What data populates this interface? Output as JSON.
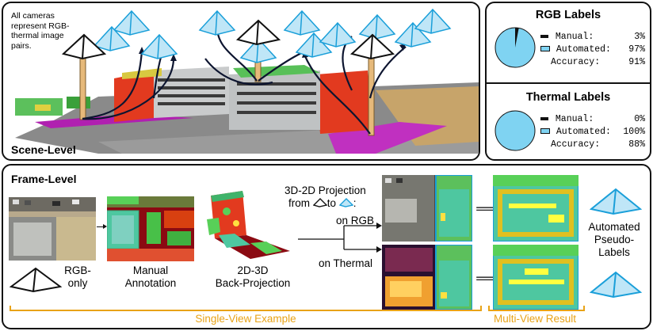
{
  "scene": {
    "caption": "All cameras represent RGB-thermal image pairs.",
    "level_label": "Scene-Level"
  },
  "rgb_labels": {
    "title": "RGB Labels",
    "rows": [
      {
        "label": "Manual:",
        "value": "3%"
      },
      {
        "label": "Automated:",
        "value": "97%"
      },
      {
        "label": "Accuracy:",
        "value": "91%"
      }
    ],
    "manual_fraction": 0.03
  },
  "thermal_labels": {
    "title": "Thermal Labels",
    "rows": [
      {
        "label": "Manual:",
        "value": "0%"
      },
      {
        "label": "Automated:",
        "value": "100%"
      },
      {
        "label": "Accuracy:",
        "value": "88%"
      }
    ],
    "manual_fraction": 0.0
  },
  "frame": {
    "level_label": "Frame-Level",
    "rgb_only_label": "RGB-\nonly",
    "manual_annotation_label": "Manual\nAnnotation",
    "back_projection_label": "2D-3D\nBack-Projection",
    "projection_title": "3D-2D Projection",
    "projection_from": "from",
    "projection_to": "to",
    "projection_colon": ":",
    "on_rgb": "on RGB",
    "on_thermal": "on Thermal",
    "pseudo_labels": "Automated\nPseudo-\nLabels",
    "single_view_label": "Single-View Example",
    "multi_view_label": "Multi-View Result"
  },
  "colors": {
    "accent_orange": "#e8a317",
    "camera_blue": "#1a9fd9",
    "pie_fill": "#7fd3f2",
    "arrow_beam": "#e6b97a"
  }
}
